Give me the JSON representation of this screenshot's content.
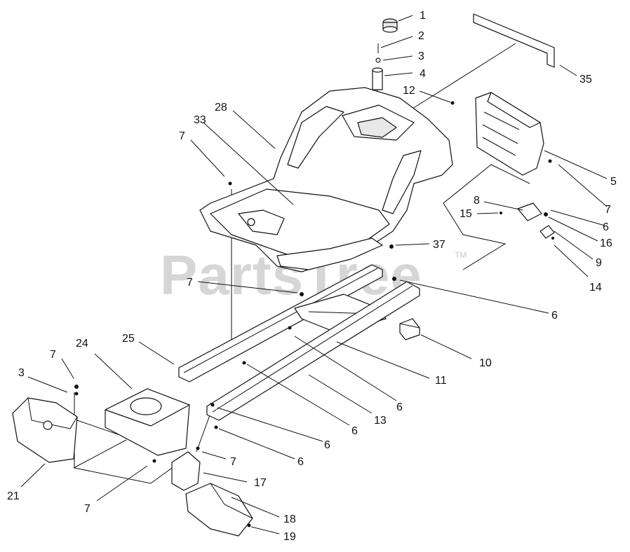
{
  "watermark": {
    "text": "PartsTree",
    "trademark": "TM"
  },
  "callouts": [
    {
      "id": "c1",
      "label": "1"
    },
    {
      "id": "c2",
      "label": "2"
    },
    {
      "id": "c3a",
      "label": "3"
    },
    {
      "id": "c4",
      "label": "4"
    },
    {
      "id": "c35",
      "label": "35"
    },
    {
      "id": "c12",
      "label": "12"
    },
    {
      "id": "c28",
      "label": "28"
    },
    {
      "id": "c33",
      "label": "33"
    },
    {
      "id": "c7a",
      "label": "7"
    },
    {
      "id": "c5",
      "label": "5"
    },
    {
      "id": "c7b",
      "label": "7"
    },
    {
      "id": "c8",
      "label": "8"
    },
    {
      "id": "c15",
      "label": "15"
    },
    {
      "id": "c6a",
      "label": "6"
    },
    {
      "id": "c16",
      "label": "16"
    },
    {
      "id": "c37",
      "label": "37"
    },
    {
      "id": "c9",
      "label": "9"
    },
    {
      "id": "c14",
      "label": "14"
    },
    {
      "id": "c7c",
      "label": "7"
    },
    {
      "id": "c6b",
      "label": "6"
    },
    {
      "id": "c25",
      "label": "25"
    },
    {
      "id": "c10",
      "label": "10"
    },
    {
      "id": "c24",
      "label": "24"
    },
    {
      "id": "c7d",
      "label": "7"
    },
    {
      "id": "c11",
      "label": "11"
    },
    {
      "id": "c3b",
      "label": "3"
    },
    {
      "id": "c6c",
      "label": "6"
    },
    {
      "id": "c13",
      "label": "13"
    },
    {
      "id": "c6d",
      "label": "6"
    },
    {
      "id": "c6e",
      "label": "6"
    },
    {
      "id": "c6f",
      "label": "6"
    },
    {
      "id": "c7e",
      "label": "7"
    },
    {
      "id": "c17",
      "label": "17"
    },
    {
      "id": "c21",
      "label": "21"
    },
    {
      "id": "c7f",
      "label": "7"
    },
    {
      "id": "c18",
      "label": "18"
    },
    {
      "id": "c19",
      "label": "19"
    }
  ]
}
